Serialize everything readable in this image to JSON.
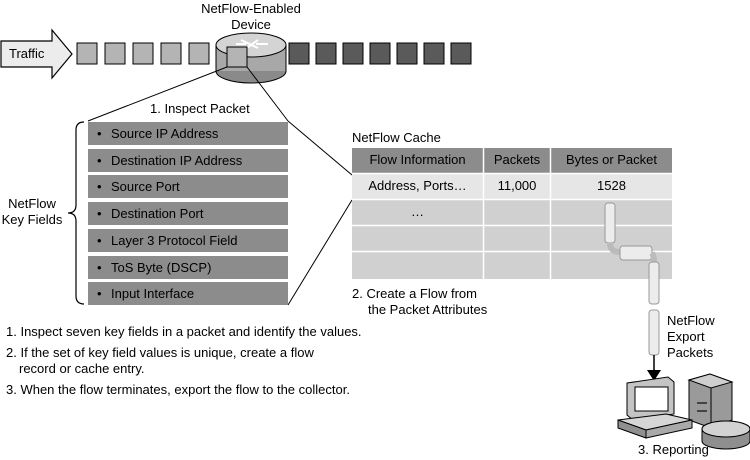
{
  "device": {
    "title_line1": "NetFlow-Enabled",
    "title_line2": "Device"
  },
  "traffic_label": "Traffic",
  "step1_label": "1. Inspect Packet",
  "key_fields": {
    "label_line1": "NetFlow",
    "label_line2": "Key Fields",
    "items": [
      "Source IP Address",
      "Destination IP Address",
      "Source Port",
      "Destination Port",
      "Layer 3 Protocol Field",
      "ToS Byte (DSCP)",
      "Input Interface"
    ]
  },
  "cache": {
    "title": "NetFlow Cache",
    "headers": [
      "Flow Information",
      "Packets",
      "Bytes or Packet"
    ],
    "rows": [
      [
        "Address, Ports…",
        "11,000",
        "1528"
      ],
      [
        "…",
        "",
        ""
      ],
      [
        "",
        "",
        ""
      ],
      [
        "",
        "",
        ""
      ]
    ]
  },
  "step2": {
    "line1": "2. Create a Flow from",
    "line2": "the Packet Attributes"
  },
  "export": {
    "line1": "NetFlow",
    "line2": "Export",
    "line3": "Packets"
  },
  "step3_label": "3. Reporting",
  "notes": {
    "n1": "1. Inspect seven key fields in a packet and identify the values.",
    "n2_line1": "2. If the set of key field values is unique, create a flow",
    "n2_line2": "record or cache entry.",
    "n3": "3. When the flow terminates, export the flow to the collector."
  },
  "colors": {
    "field_bg": "#8c8c8c",
    "row_light": "#e6e6e6",
    "row_mid": "#d0d0d0",
    "packet_dark": "#5a5a5a",
    "packet_light": "#b4b4b4"
  }
}
